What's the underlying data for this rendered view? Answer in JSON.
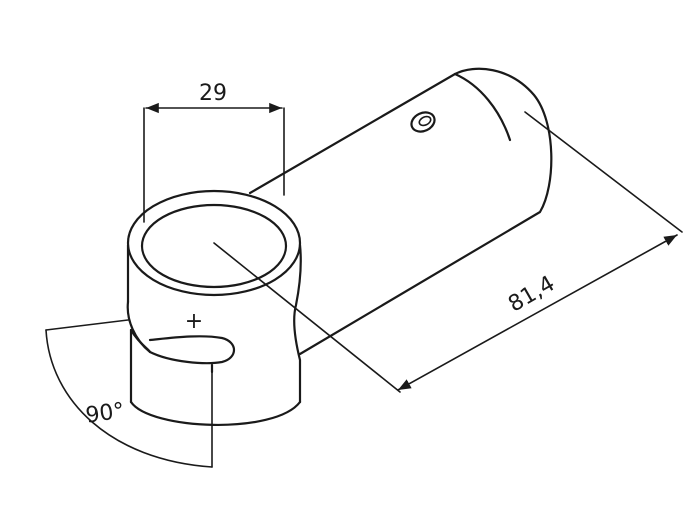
{
  "dimensions": {
    "diameter": "29",
    "length": "81,4",
    "angle": "90°"
  },
  "markers": {
    "center": "+"
  }
}
